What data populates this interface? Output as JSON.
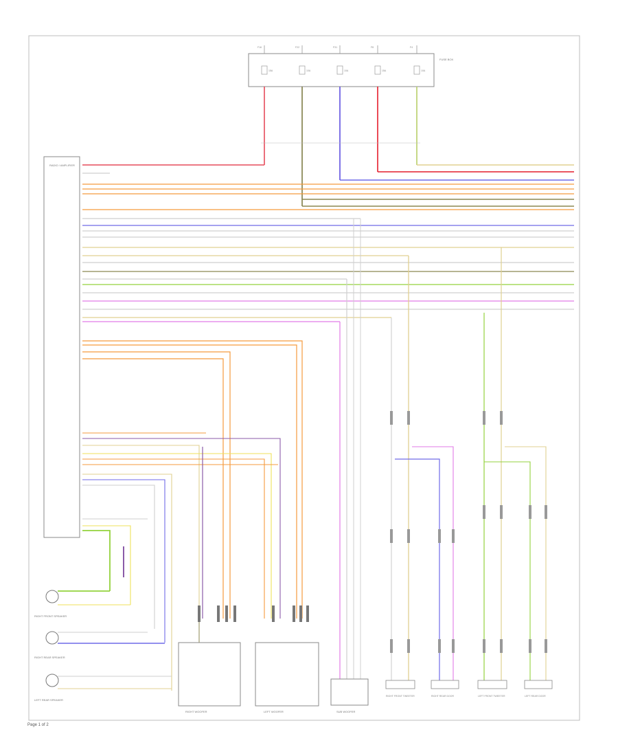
{
  "page_number": "Page 1 of 2",
  "fuse_box": {
    "label": "FUSE BOX",
    "fuses": [
      {
        "amps": "15A",
        "rating": "F16",
        "wire": "RED/WHT",
        "color": "#e64b5a"
      },
      {
        "amps": "10A",
        "rating": "F22",
        "wire": "GRY/BLK",
        "color": "#7f7b45"
      },
      {
        "amps": "10A",
        "rating": "F31",
        "wire": "BLU",
        "color": "#5e4fe0"
      },
      {
        "amps": "15A",
        "rating": "F8",
        "wire": "RED",
        "color": "#e41b2a"
      },
      {
        "amps": "10A",
        "rating": "F4",
        "wire": "GRN/YEL",
        "color": "#b8cf68"
      }
    ]
  },
  "main_module": {
    "label": "RADIO / AMPLIFIER"
  },
  "modules": [
    {
      "label": "RIGHT WOOFER"
    },
    {
      "label": "LEFT WOOFER"
    },
    {
      "label": "SUB WOOFER"
    },
    {
      "label": "RIGHT FRONT TWEETER"
    },
    {
      "label": "RIGHT REAR DOOR"
    },
    {
      "label": "LEFT FRONT TWEETER"
    },
    {
      "label": "LEFT REAR DOOR"
    }
  ],
  "speakers": [
    {
      "label": "RIGHT FRONT SPEAKER"
    },
    {
      "label": "RIGHT REAR SPEAKER"
    },
    {
      "label": "LEFT REAR SPEAKER"
    }
  ],
  "wire_colors": {
    "pink": "#f2a6b0",
    "red": "#e41b2a",
    "orange": "#f59a3c",
    "olive": "#8b8750",
    "blue": "#6f6ae8",
    "grey": "#cfcfcf",
    "tan": "#e0d090",
    "green": "#93d23c",
    "lime": "#c8e65a",
    "magenta": "#e27ae7",
    "purple": "#8a5aa8",
    "yellow": "#efe25a"
  }
}
